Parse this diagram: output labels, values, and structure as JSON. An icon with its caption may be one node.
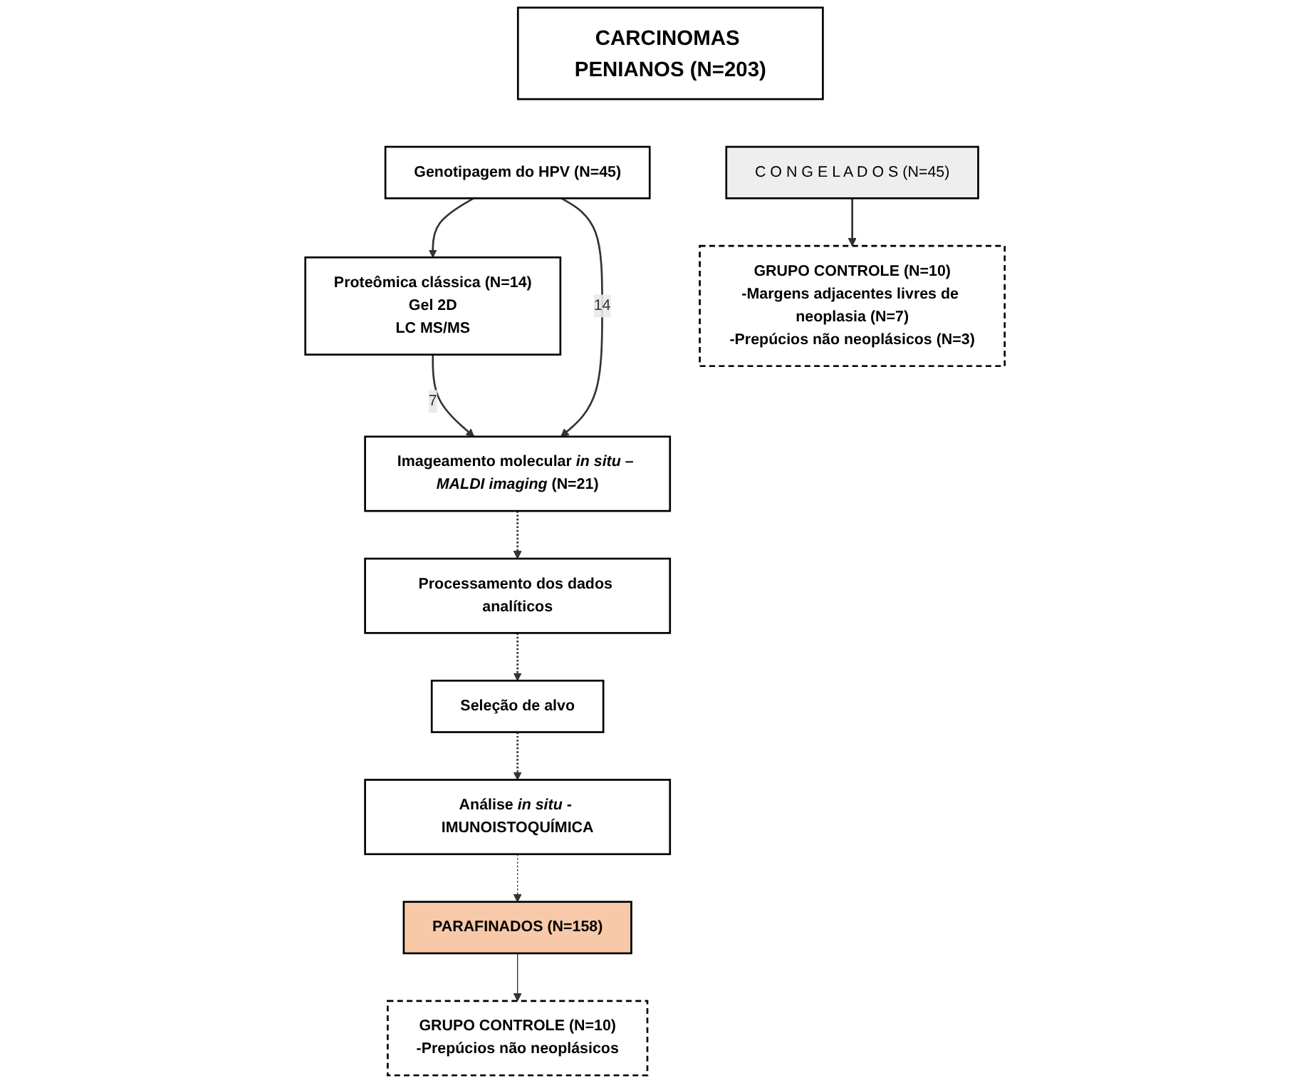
{
  "diagram": {
    "nodes": [
      {
        "text": [
          "CARCINOMAS PENIANOS (N=203)"
        ]
      },
      {
        "text": [
          "C O N G E L A D O S (N=45)"
        ]
      },
      {
        "text": [
          "Genotipagem do HPV (N=45)"
        ]
      },
      {
        "text": [
          "Proteômica clássica (N=14)",
          "Gel 2D",
          "LC MS/MS"
        ]
      },
      {
        "text": [
          "Imageamento molecular *in situ – MALDI imaging* (N=21)"
        ]
      },
      {
        "text": [
          "Processamento dos dados analíticos"
        ]
      },
      {
        "text": [
          "Seleção de alvo"
        ]
      },
      {
        "text": [
          "Análise *in situ* - IMUNOISTOQUÍMICA"
        ]
      },
      {
        "text": [
          "PARAFINADOS (N=158)"
        ]
      },
      {
        "text": [
          "GRUPO CONTROLE (N=10)",
          "-Margens adjacentes livres de neoplasia (N=7)",
          "-Prepúcios não neoplásicos (N=3)"
        ]
      },
      {
        "text": [
          "GRUPO CONTROLE (N=10)",
          "-Prepúcios não neoplásicos"
        ]
      }
    ],
    "edges": [
      {
        "from": 1,
        "to": 9,
        "arrow": "to"
      },
      {
        "from": 2,
        "to": 3,
        "arrow": "to"
      },
      {
        "from": 2,
        "to": 4,
        "arrow": "to",
        "label": "14"
      },
      {
        "from": 3,
        "to": 4,
        "arrow": "to",
        "label": "7"
      },
      {
        "from": 4,
        "to": 5,
        "arrow": "to",
        "style": "dashed"
      },
      {
        "from": 5,
        "to": 6,
        "arrow": "to",
        "style": "dashed"
      },
      {
        "from": 6,
        "to": 7,
        "arrow": "to",
        "style": "dashed"
      },
      {
        "from": 7,
        "to": 8,
        "arrow": "to",
        "style": "dashed"
      },
      {
        "from": 8,
        "to": 10,
        "arrow": "to"
      }
    ]
  }
}
